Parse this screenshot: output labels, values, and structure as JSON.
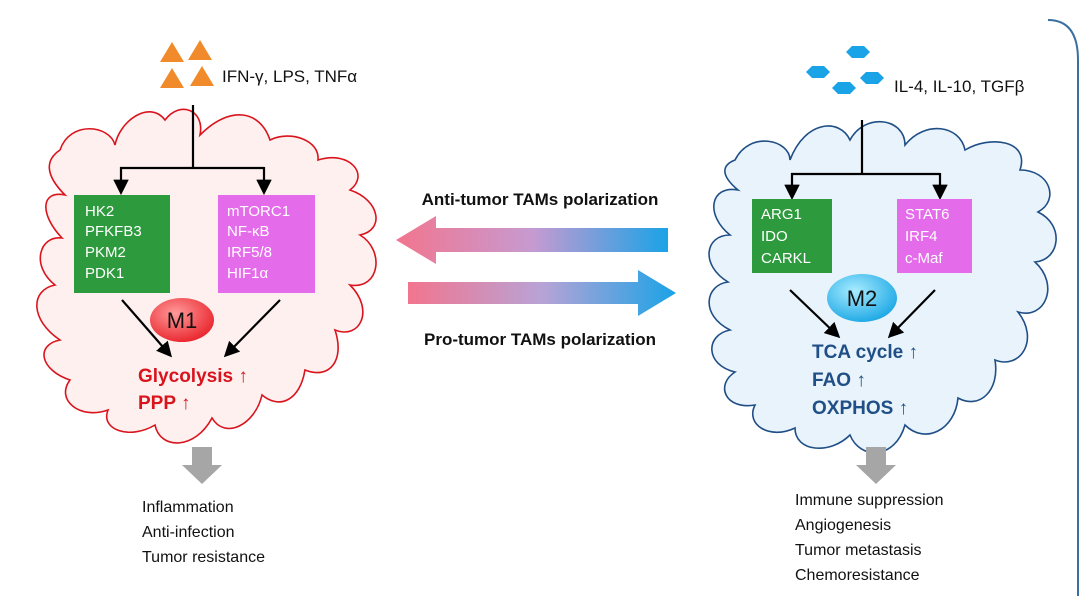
{
  "m1": {
    "stimuli": "IFN-γ, LPS, TNFα",
    "left_box": [
      "HK2",
      "PFKFB3",
      "PKM2",
      "PDK1"
    ],
    "right_box": [
      "mTORC1",
      "NF-κB",
      "IRF5/8",
      "HIF1α"
    ],
    "cell_label": "M1",
    "metabolism": [
      "Glycolysis ↑",
      "PPP ↑"
    ],
    "outcomes": [
      "Inflammation",
      "Anti-infection",
      "Tumor resistance"
    ]
  },
  "m2": {
    "stimuli": "IL-4,  IL-10, TGFβ",
    "left_box": [
      "ARG1",
      "IDO",
      "CARKL"
    ],
    "right_box": [
      "STAT6",
      "IRF4",
      "c-Maf"
    ],
    "cell_label": "M2",
    "metabolism": [
      "TCA cycle ↑",
      "FAO ↑",
      "OXPHOS ↑"
    ],
    "outcomes": [
      "Immune suppression",
      "Angiogenesis",
      "Tumor metastasis",
      "Chemoresistance"
    ]
  },
  "arrows": {
    "top_label": "Anti-tumor TAMs polarization",
    "bottom_label": "Pro-tumor TAMs polarization"
  },
  "colors": {
    "m1_cell_fill": "#fdf0ee",
    "m2_cell_fill": "#e9f3fb",
    "green_box": "#2e9a3e",
    "magenta_box": "#e46be9",
    "m1_text": "#d9141d",
    "m2_text": "#1f4f86",
    "orange": "#f18a2b",
    "blue": "#1aa3e6",
    "pink": "#f2758e"
  }
}
